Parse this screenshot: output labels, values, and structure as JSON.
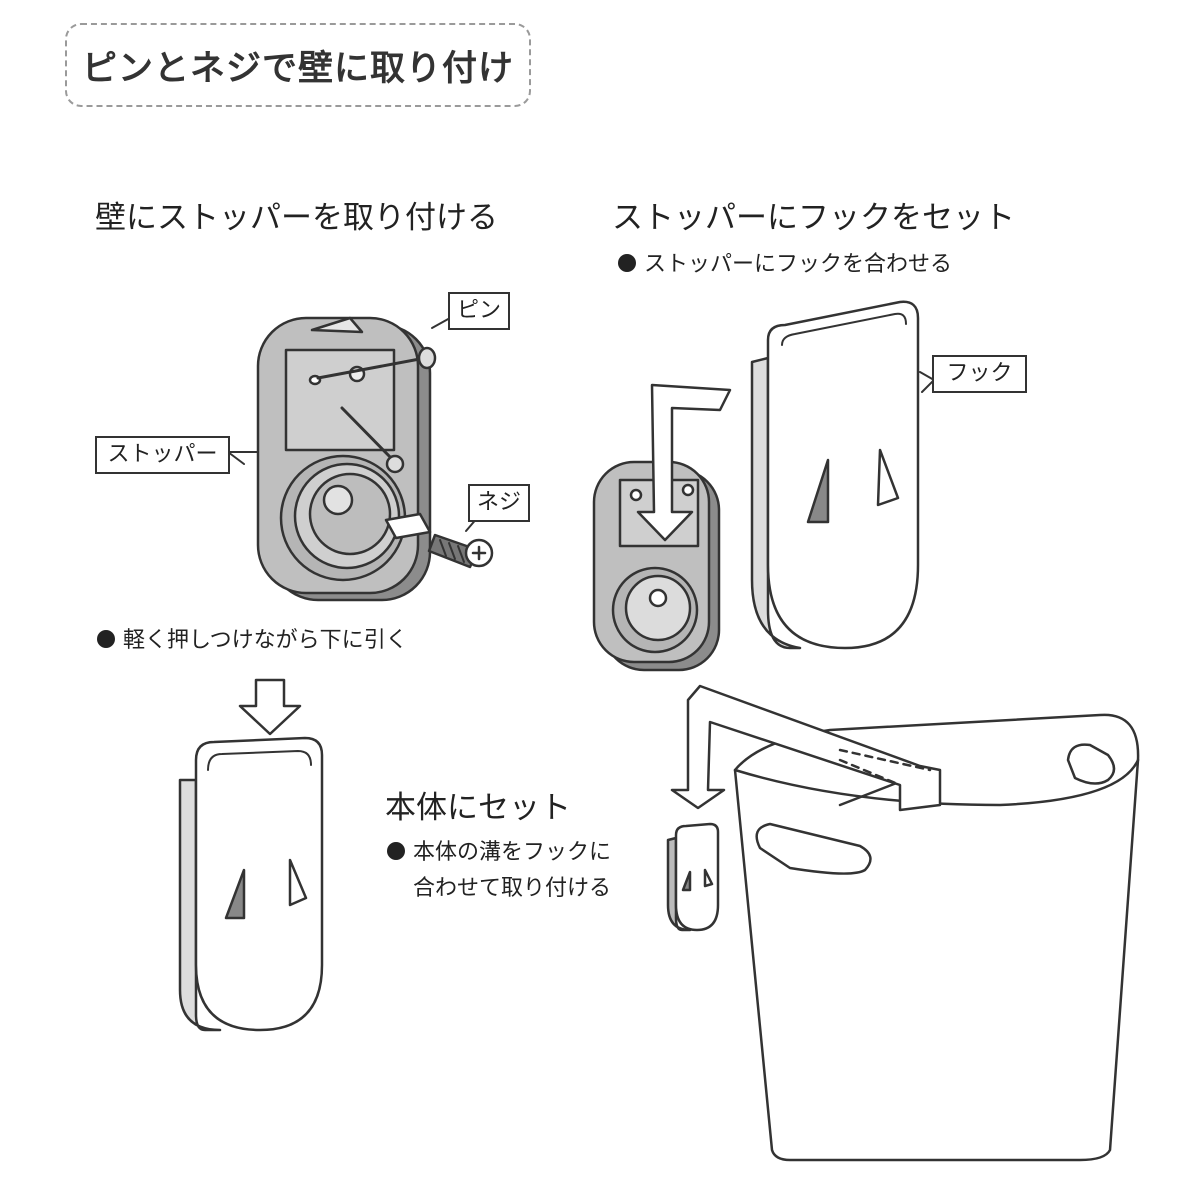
{
  "title": "ピンとネジで壁に取り付け",
  "steps": {
    "step1": {
      "heading": "壁にストッパーを取り付ける",
      "note": "軽く押しつけながら下に引く"
    },
    "step2": {
      "heading": "ストッパーにフックをセット",
      "note": "ストッパーにフックを合わせる"
    },
    "step3": {
      "heading": "本体にセット",
      "note_line1": "本体の溝をフックに",
      "note_line2": "合わせて取り付ける"
    }
  },
  "labels": {
    "pin": "ピン",
    "screw": "ネジ",
    "stopper": "ストッパー",
    "hook": "フック"
  },
  "colors": {
    "line": "#333333",
    "stopper_fill": "#bfbfbf",
    "hook_fill": "#ffffff",
    "frame": "#9a9a9a"
  }
}
